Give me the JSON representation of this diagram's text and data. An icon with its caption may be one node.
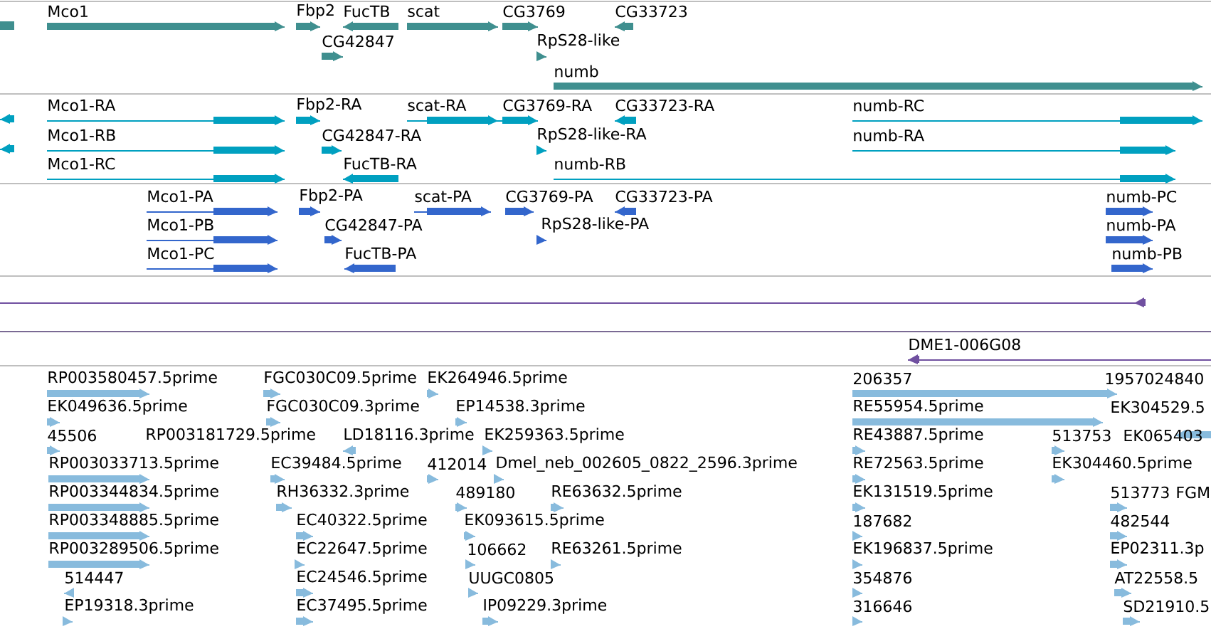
{
  "diagram": {
    "labels": [
      "Mco1",
      "Fbp2",
      "FucTB",
      "scat",
      "CG3769",
      "CG33723",
      "CG42847",
      "RpS28-like",
      "numb",
      "Mco1-RA",
      "Fbp2-RA",
      "scat-RA",
      "CG3769-RA",
      "CG33723-RA",
      "numb-RC",
      "Mco1-RB",
      "CG42847-RA",
      "RpS28-like-RA",
      "numb-RA",
      "Mco1-RC",
      "FucTB-RA",
      "numb-RB",
      "Mco1-PA",
      "Fbp2-PA",
      "scat-PA",
      "CG3769-PA",
      "CG33723-PA",
      "numb-PC",
      "Mco1-PB",
      "CG42847-PA",
      "RpS28-like-PA",
      "numb-PA",
      "Mco1-PC",
      "FucTB-PA",
      "numb-PB",
      "DME1-006G08",
      "RP003580457.5prime",
      "FGC030C09.5prime",
      "EK264946.5prime",
      "206357",
      "1957024840",
      "EK049636.5prime",
      "FGC030C09.3prime",
      "EP14538.3prime",
      "RE55954.5prime",
      "EK304529.5",
      "45506",
      "RP003181729.5prime",
      "LD18116.3prime",
      "EK259363.5prime",
      "RE43887.5prime",
      "513753",
      "EK065403",
      "RP003033713.5prime",
      "EC39484.5prime",
      "412014",
      "Dmel_neb_002605_0822_2596.3prime",
      "RE72563.5prime",
      "EK304460.5prime",
      "RP003344834.5prime",
      "RH36332.3prime",
      "489180",
      "RE63632.5prime",
      "EK131519.5prime",
      "513773",
      "FGM",
      "RP003348885.5prime",
      "EC40322.5prime",
      "EK093615.5prime",
      "187682",
      "482544",
      "RP003289506.5prime",
      "EC22647.5prime",
      "106662",
      "RE63261.5prime",
      "EK196837.5prime",
      "EP02311.3p",
      "514447",
      "EC24546.5prime",
      "UUGC0805",
      "354876",
      "AT22558.5",
      "EP19318.3prime",
      "EC37495.5prime",
      "IP09229.3prime",
      "316646",
      "SD21910.5"
    ]
  }
}
